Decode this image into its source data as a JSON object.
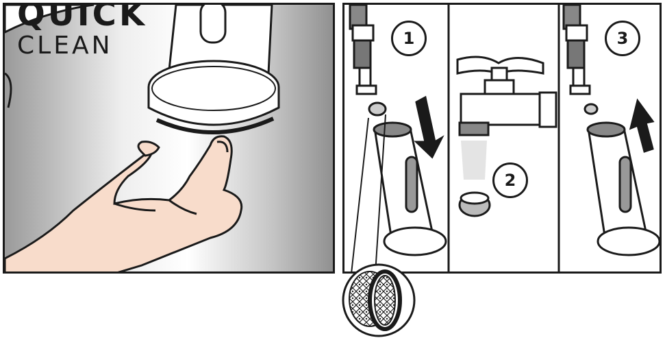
{
  "brand": {
    "line1": "QUICK",
    "line2": "CLEAN"
  },
  "steps": [
    {
      "label": "1"
    },
    {
      "label": "2"
    },
    {
      "label": "3"
    }
  ]
}
